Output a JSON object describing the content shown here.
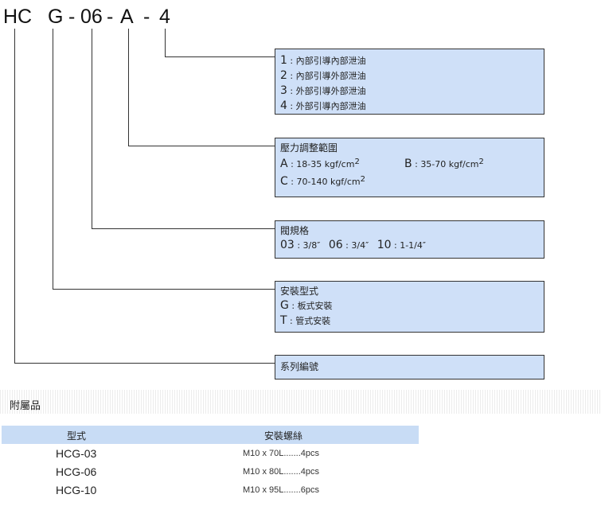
{
  "model_code": {
    "series": "HC",
    "mount": "G",
    "sep1": "-",
    "size": "06",
    "sep2": "-",
    "pressure": "A",
    "sep3": "-",
    "drain": "4"
  },
  "boxes": {
    "drain": {
      "items": [
        {
          "key": "1",
          "sep": " : ",
          "text": "內部引導內部泄油"
        },
        {
          "key": "2",
          "sep": " : ",
          "text": "內部引導外部泄油"
        },
        {
          "key": "3",
          "sep": " : ",
          "text": "外部引導外部泄油"
        },
        {
          "key": "4",
          "sep": " : ",
          "text": "外部引導內部泄油"
        }
      ]
    },
    "pressure": {
      "title": "壓力調整範圍",
      "items": [
        {
          "key": "A",
          "sep": " : ",
          "text": "18-35 kgf/cm",
          "sup": "2"
        },
        {
          "key": "B",
          "sep": " : ",
          "text": "35-70 kgf/cm",
          "sup": "2"
        },
        {
          "key": "C",
          "sep": " : ",
          "text": "70-140 kgf/cm",
          "sup": "2"
        }
      ]
    },
    "size": {
      "title": "閥規格",
      "items": [
        {
          "key": "03",
          "sep": " : ",
          "text": "3/8″"
        },
        {
          "key": "06",
          "sep": " : ",
          "text": "3/4″"
        },
        {
          "key": "10",
          "sep": " : ",
          "text": "1-1/4″"
        }
      ]
    },
    "mount": {
      "title": "安裝型式",
      "items": [
        {
          "key": "G",
          "sep": " : ",
          "text": "板式安裝"
        },
        {
          "key": "T",
          "sep": " : ",
          "text": "管式安裝"
        }
      ]
    },
    "series": {
      "title": "系列編號"
    }
  },
  "accessories": {
    "title": "附屬品",
    "columns": [
      "型式",
      "安裝螺絲"
    ],
    "rows": [
      {
        "model": "HCG-03",
        "bolts": "M10 x 70L.......4pcs"
      },
      {
        "model": "HCG-06",
        "bolts": "M10 x 80L.......4pcs"
      },
      {
        "model": "HCG-10",
        "bolts": "M10 x 95L.......6pcs"
      }
    ]
  }
}
